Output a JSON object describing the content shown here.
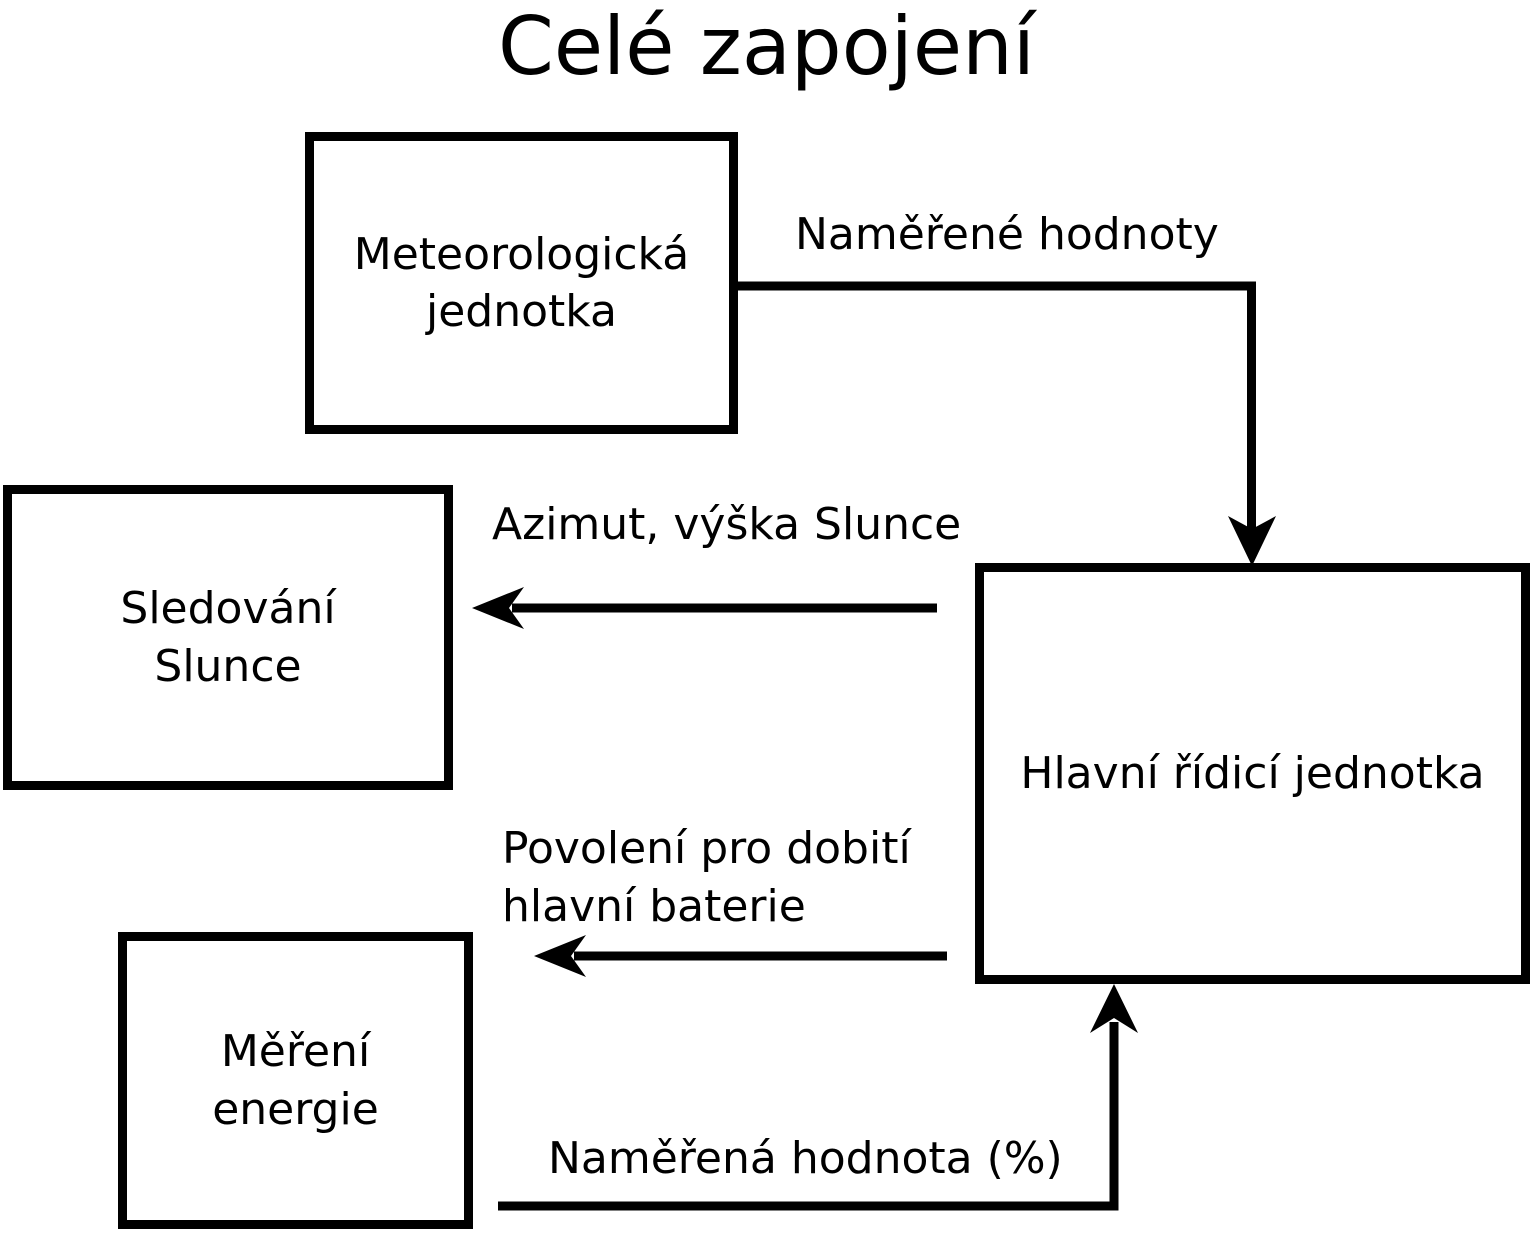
{
  "diagram": {
    "title": "Celé zapojení",
    "colors": {
      "line": "#000000",
      "background": "#ffffff",
      "text": "#000000"
    },
    "nodes": {
      "meteorological_unit": {
        "lines": [
          "Meteorologická",
          "jednotka"
        ]
      },
      "sun_tracking": {
        "lines": [
          "Sledování",
          "Slunce"
        ]
      },
      "energy_measurement": {
        "lines": [
          "Měření",
          "energie"
        ]
      },
      "main_control_unit": {
        "lines": [
          "Hlavní řídicí jednotka"
        ]
      }
    },
    "edges": {
      "measured_values": {
        "label": "Naměřené hodnoty",
        "from": "meteorological_unit",
        "to": "main_control_unit"
      },
      "sun_position": {
        "label": "Azimut, výška Slunce",
        "from": "main_control_unit",
        "to": "sun_tracking"
      },
      "charge_permission": {
        "label": "Povolení pro dobití hlavní baterie",
        "lines": [
          "Povolení pro dobití",
          "hlavní baterie"
        ],
        "from": "main_control_unit",
        "to": "energy_measurement"
      },
      "measured_percentage": {
        "label": "Naměřená hodnota (%)",
        "from": "energy_measurement",
        "to": "main_control_unit"
      }
    }
  }
}
